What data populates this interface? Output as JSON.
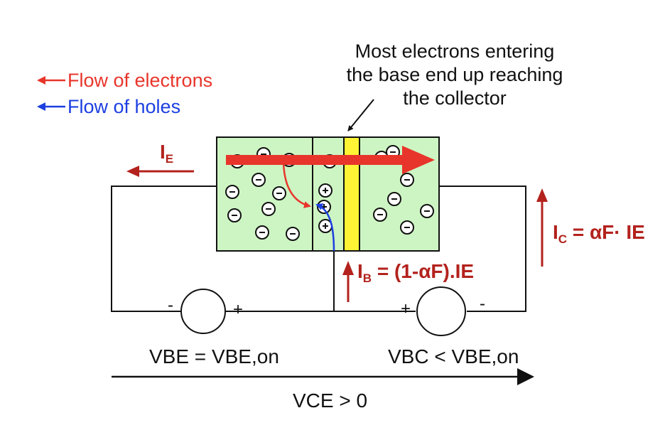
{
  "annotation": {
    "line1": "Most electrons entering",
    "line2": "the base end up reaching",
    "line3": "the collector"
  },
  "legend": {
    "electrons": "Flow of electrons",
    "holes": "Flow of holes",
    "electrons_color": "#e8352b",
    "holes_color": "#1c3fe0"
  },
  "currents": {
    "ie": {
      "main": "I",
      "sub": "E"
    },
    "ic": {
      "main": "I",
      "sub": "C",
      "rest": " = αF· IE"
    },
    "ib": {
      "main": "I",
      "sub": "B",
      "rest": " = (1-αF).IE"
    }
  },
  "voltages": {
    "vbe": "VBE = VBE,on",
    "vbc": "VBC < VBE,on",
    "vce": "VCE > 0"
  },
  "polarity": {
    "left_minus": "-",
    "left_plus": "+",
    "right_plus": "+",
    "right_minus": "-"
  },
  "colors": {
    "region_fill": "#cdf5c3",
    "base_strip": "#fff335",
    "current_arrow": "#b3221d",
    "electron_arrow": "#e8352b"
  }
}
